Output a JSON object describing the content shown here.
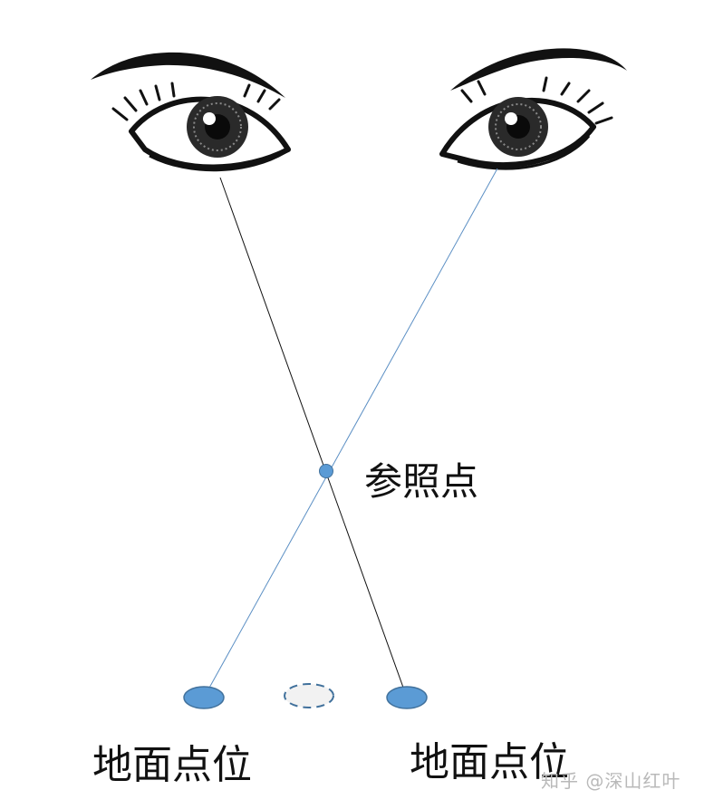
{
  "labels": {
    "reference_point": "参照点",
    "ground_point_left": "地面点位",
    "ground_point_right": "地面点位"
  },
  "watermark": "知乎 @深山红叶",
  "colors": {
    "background": "#ffffff",
    "left_sight_line": "#111111",
    "right_sight_line": "#5b8fc4",
    "point_fill": "#5b9bd5",
    "point_stroke": "#41719c",
    "ghost_point_fill": "#f2f2f2",
    "ghost_point_stroke": "#41719c",
    "eye_ink": "#111111",
    "watermark": "#b9b9b9"
  },
  "icons": [
    "left-eye-icon",
    "right-eye-icon"
  ]
}
